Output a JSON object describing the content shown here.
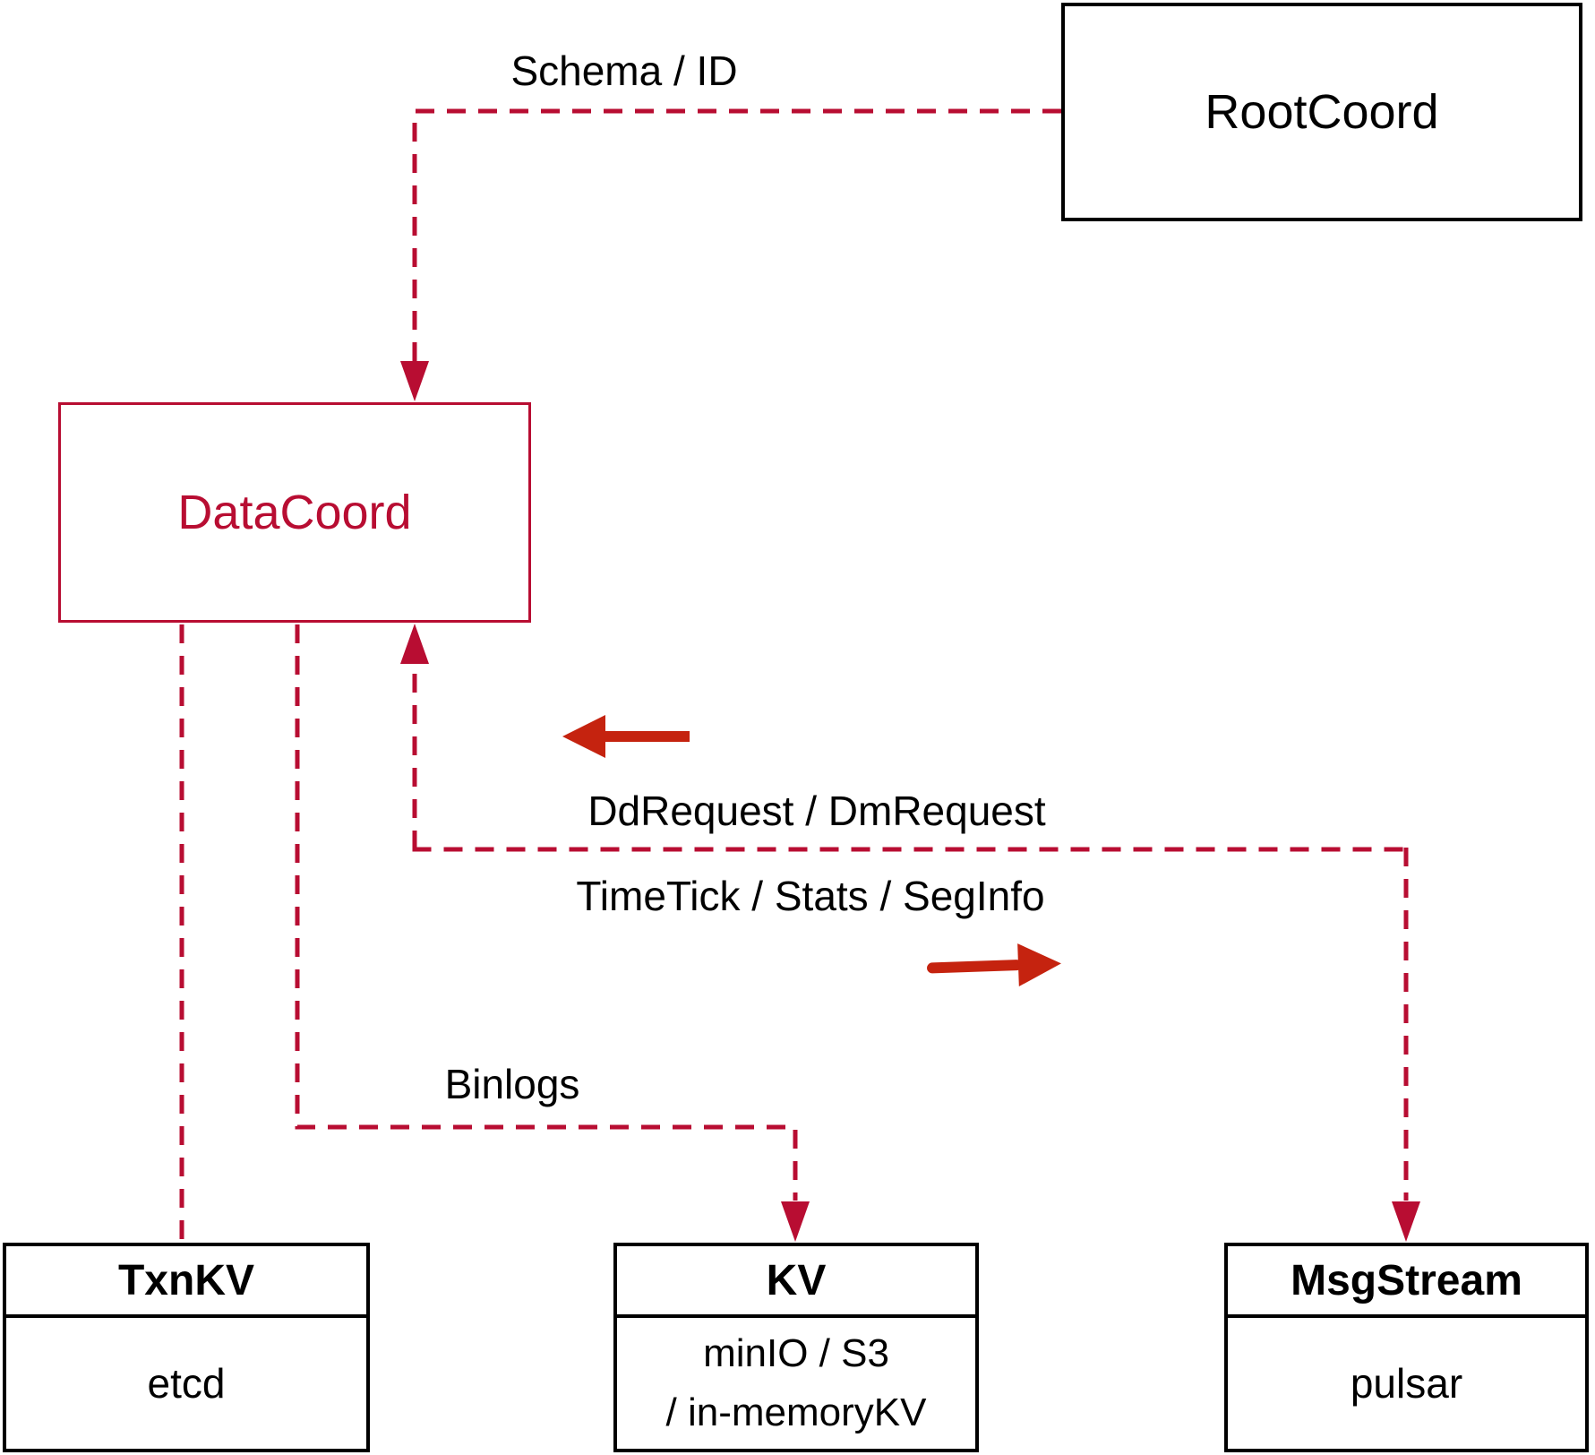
{
  "diagram": {
    "title_hint": "Milvus DataCoord architecture diagram",
    "colors": {
      "connector_red": "#b80d32",
      "solid_arrow_red": "#c5230f",
      "box_border_black": "#000000",
      "background": "#ffffff"
    },
    "nodes": {
      "root_coord": {
        "label": "RootCoord"
      },
      "data_coord": {
        "label": "DataCoord"
      },
      "txn_kv": {
        "title": "TxnKV",
        "body": "etcd"
      },
      "kv": {
        "title": "KV",
        "body_line1": "minIO / S3",
        "body_line2": "/ in-memoryKV"
      },
      "msg_stream": {
        "title": "MsgStream",
        "body": "pulsar"
      }
    },
    "edges": {
      "schema_id": {
        "label": "Schema / ID",
        "from": "RootCoord",
        "to": "DataCoord",
        "style": "dashed"
      },
      "dd_dm_request": {
        "label": "DdRequest / DmRequest",
        "to": "DataCoord",
        "style": "dashed"
      },
      "timetick_stats_seginfo": {
        "label": "TimeTick / Stats / SegInfo",
        "to": "MsgStream",
        "style": "dashed"
      },
      "binlogs": {
        "label": "Binlogs",
        "from": "DataCoord",
        "to": "KV",
        "style": "dashed"
      },
      "txnkv_link": {
        "label": "",
        "from": "DataCoord",
        "to": "TxnKV",
        "style": "dashed"
      }
    }
  }
}
